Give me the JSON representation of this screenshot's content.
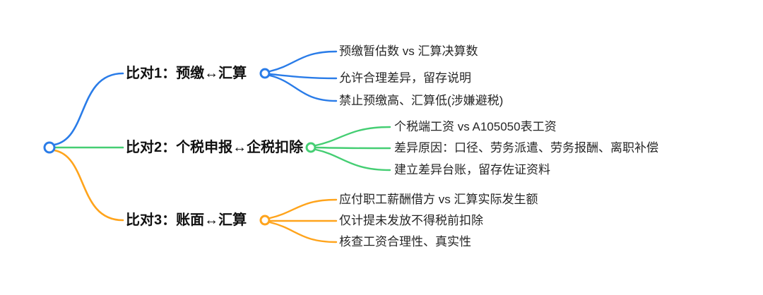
{
  "colors": {
    "blue": "#2A7CE8",
    "green": "#45CE73",
    "orange": "#FFA41C",
    "text": "#111111"
  },
  "root": {
    "color": "#2A7CE8"
  },
  "branches": [
    {
      "label": "比对1：预缴↔汇算",
      "color": "#2A7CE8",
      "children": [
        "预缴暂估数 vs 汇算决算数",
        "允许合理差异，留存说明",
        "禁止预缴高、汇算低(涉嫌避税)"
      ]
    },
    {
      "label": "比对2：个税申报↔企税扣除",
      "color": "#45CE73",
      "children": [
        "个税端工资 vs A105050表工资",
        "差异原因：口径、劳务派遣、劳务报酬、离职补偿",
        "建立差异台账，留存佐证资料"
      ]
    },
    {
      "label": "比对3：账面↔汇算",
      "color": "#FFA41C",
      "children": [
        "应付职工薪酬借方 vs 汇算实际发生额",
        "仅计提未发放不得税前扣除",
        "核查工资合理性、真实性"
      ]
    }
  ]
}
